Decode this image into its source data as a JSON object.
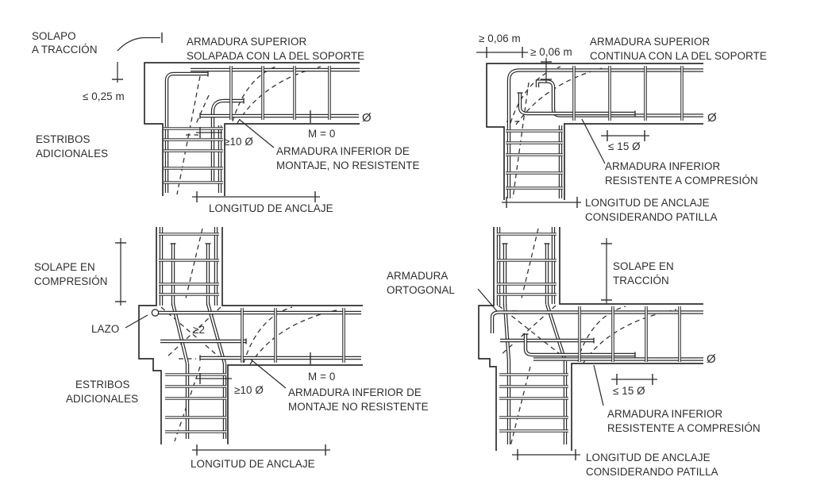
{
  "colors": {
    "line": "#2e2e2e",
    "background": "#ffffff"
  },
  "diagrams": {
    "top_left": {
      "lap_label_1": "SOLAPO",
      "lap_label_2": "A TRACCIÓN",
      "top_rebar_1": "ARMADURA SUPERIOR",
      "top_rebar_2": "SOLAPADA CON LA DEL SOPORTE",
      "lap_dim": "≤ 0,25 m",
      "stirrups_1": "ESTRIBOS",
      "stirrups_2": "ADICIONALES",
      "anchorage_dim": "≥10 Ø",
      "moment": "M = 0",
      "diameter": "Ø",
      "bottom_rebar_1": "ARMADURA INFERIOR DE",
      "bottom_rebar_2": "MONTAJE, NO RESISTENTE",
      "anchorage_length": "LONGITUD DE ANCLAJE"
    },
    "top_right": {
      "hook_dim_a": "≥ 0,06 m",
      "hook_dim_b": "≥ 0,06 m",
      "top_rebar_1": "ARMADURA SUPERIOR",
      "top_rebar_2": "CONTINUA CON LA DEL SOPORTE",
      "diameter": "Ø",
      "lap_dim": "≤ 15 Ø",
      "bottom_rebar_1": "ARMADURA INFERIOR",
      "bottom_rebar_2": "RESISTENTE A COMPRESIÓN",
      "anchorage_length_1": "LONGITUD DE ANCLAJE",
      "anchorage_length_2": "CONSIDERANDO PATILLA"
    },
    "bottom_left": {
      "lap_label_1": "SOLAPE EN",
      "lap_label_2": "COMPRESIÓN",
      "loop": "LAZO",
      "slope_dim": "≥2",
      "stirrups_1": "ESTRIBOS",
      "stirrups_2": "ADICIONALES",
      "anchorage_dim": "≥10 Ø",
      "moment": "M = 0",
      "bottom_rebar_1": "ARMADURA INFERIOR DE",
      "bottom_rebar_2": "MONTAJE NO RESISTENTE",
      "anchorage_length": "LONGITUD DE ANCLAJE"
    },
    "bottom_right": {
      "orthogonal_1": "ARMADURA",
      "orthogonal_2": "ORTOGONAL",
      "lap_label_1": "SOLAPE EN",
      "lap_label_2": "TRACCIÓN",
      "diameter": "Ø",
      "lap_dim": "≤ 15 Ø",
      "bottom_rebar_1": "ARMADURA INFERIOR",
      "bottom_rebar_2": "RESISTENTE A COMPRESIÓN",
      "anchorage_length_1": "LONGITUD DE ANCLAJE",
      "anchorage_length_2": "CONSIDERANDO PATILLA"
    }
  }
}
